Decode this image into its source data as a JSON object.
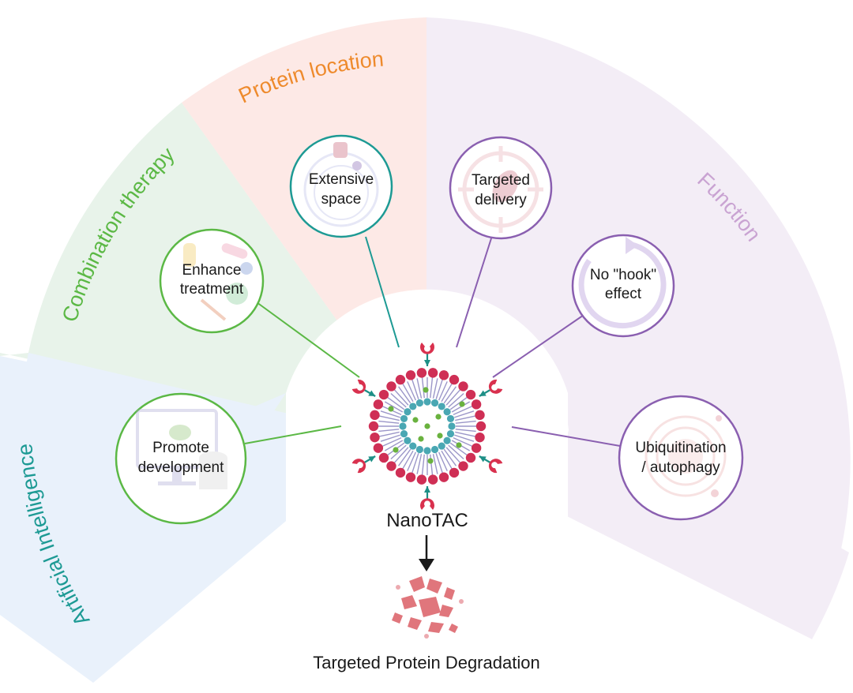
{
  "sectors": {
    "ai": {
      "label": "Artificial Intelligence",
      "color": "#1d9a94",
      "fill": "#e9f1fb"
    },
    "combo": {
      "label": "Combination therapy",
      "color": "#5bb845",
      "fill": "#e8f3ea"
    },
    "location": {
      "label": "Protein location",
      "color": "#ee8a2c",
      "fill": "#fde9e6"
    },
    "function": {
      "label": "Function",
      "color": "#c9a3d2",
      "fill": "#f3edf6"
    }
  },
  "nodes": {
    "promote": {
      "line1": "Promote",
      "line2": "development",
      "color": "#5bb845",
      "icon": "computer-monitor-icon"
    },
    "enhance": {
      "line1": "Enhance",
      "line2": "treatment",
      "color": "#5bb845",
      "icon": "pills-syringe-icon"
    },
    "extensive": {
      "line1": "Extensive",
      "line2": "space",
      "color": "#1d9a94",
      "icon": "cell-compartment-icon"
    },
    "targeted": {
      "line1": "Targeted",
      "line2": "delivery",
      "color": "#8a5fb0",
      "icon": "crosshair-target-icon"
    },
    "nohook": {
      "line1": "No \"hook\"",
      "line2": "effect",
      "color": "#8a5fb0",
      "icon": "circular-arrow-icon"
    },
    "ubiq": {
      "line1": "Ubiquitination",
      "line2": "/ autophagy",
      "color": "#8a5fb0",
      "icon": "autophagy-spiral-icon"
    }
  },
  "center": {
    "label": "NanoTAC",
    "icon": "nanoparticle-icon"
  },
  "bottom": {
    "label": "Targeted Protein Degradation",
    "icon": "protein-fragments-icon"
  },
  "colors": {
    "ligand": "#d9314e",
    "arrow": "#1d8f86",
    "bead_outer": "#cf2f55",
    "bead_inner": "#49a7b3",
    "lipid": "#9b96c8",
    "cargo": "#6ab23f",
    "fragment": "#e0767c"
  }
}
